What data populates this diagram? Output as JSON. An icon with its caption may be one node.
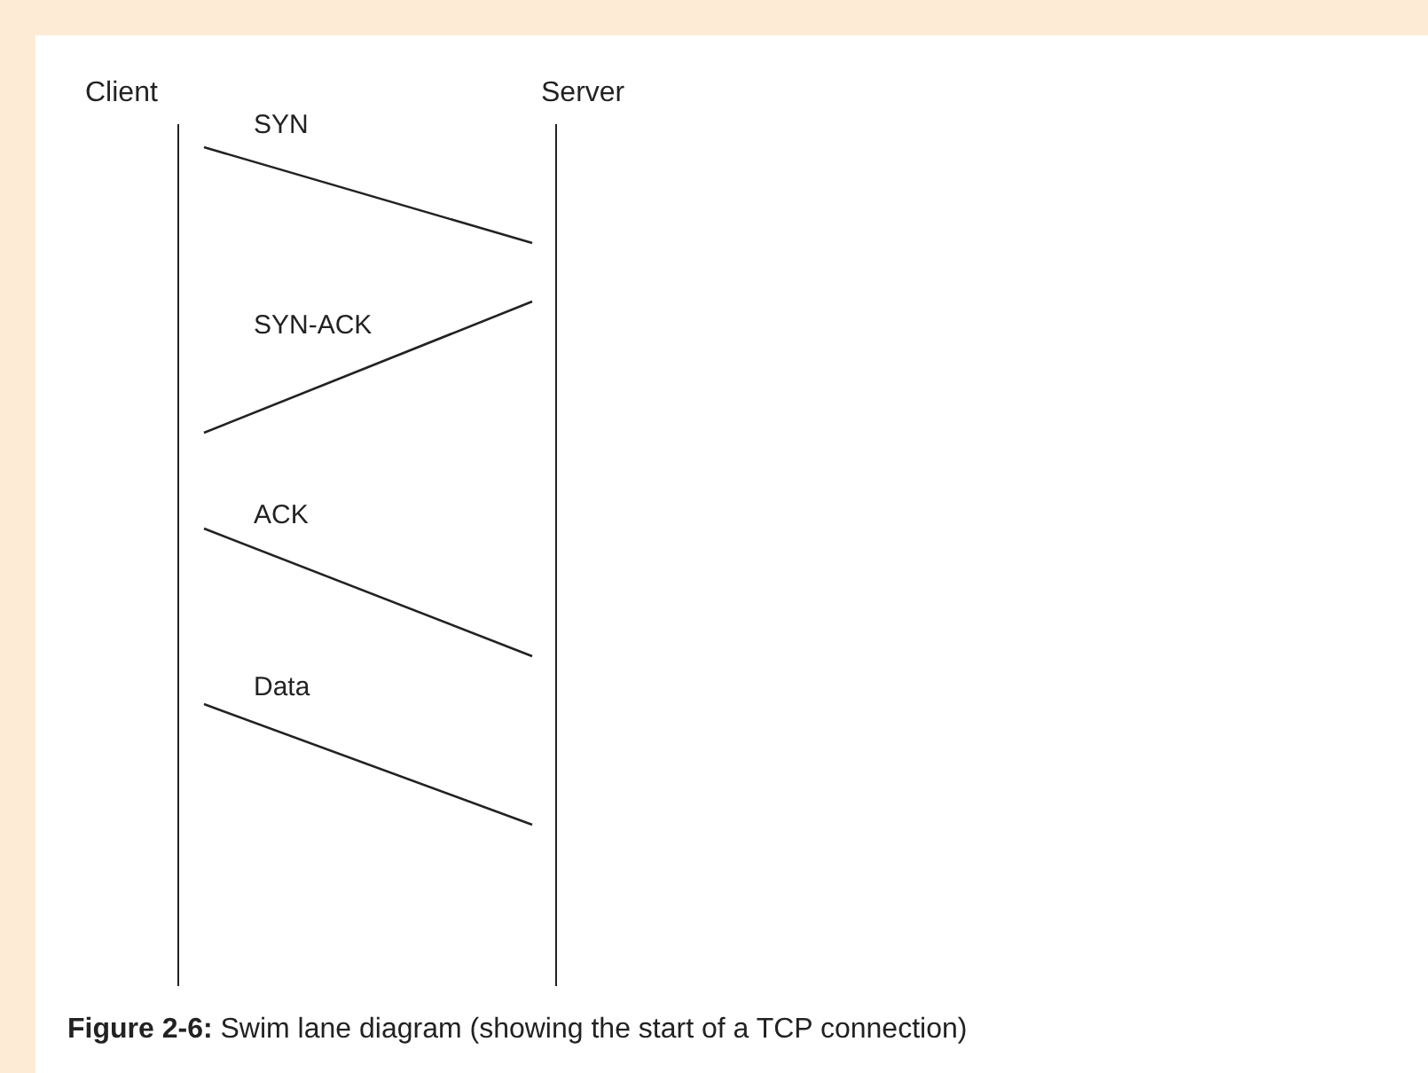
{
  "diagram": {
    "caption": "**Figure 2-6:** Swim lane diagram (showing the start of a TCP connection)",
    "nodes": [
      {
        "text": [
          "Client"
        ]
      },
      {
        "text": [
          "Server"
        ]
      }
    ],
    "edges": [
      {
        "from": 0,
        "to": 1,
        "label": "SYN",
        "arrow": "none"
      },
      {
        "from": 1,
        "to": 0,
        "label": "SYN-ACK",
        "arrow": "none"
      },
      {
        "from": 0,
        "to": 1,
        "label": "ACK",
        "arrow": "none"
      },
      {
        "from": 0,
        "to": 1,
        "label": "Data",
        "arrow": "none"
      }
    ]
  }
}
